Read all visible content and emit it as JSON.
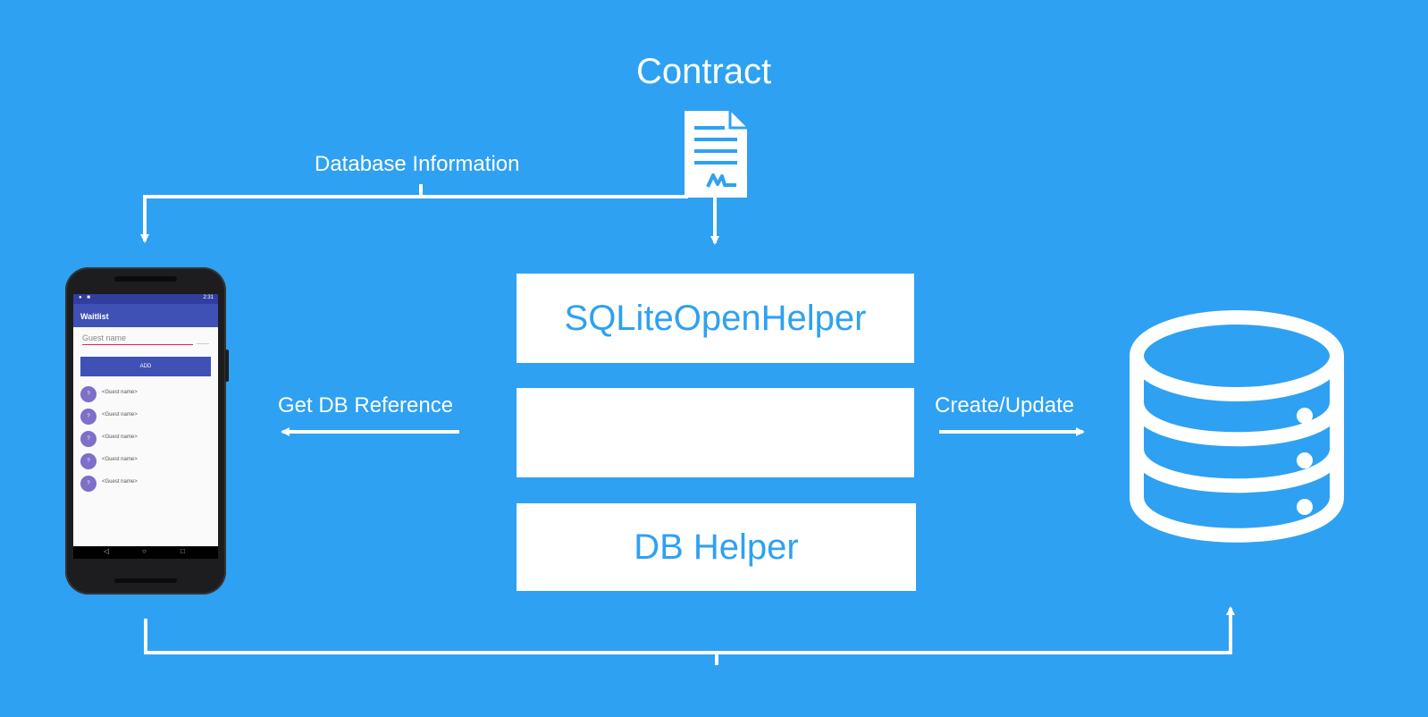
{
  "contract": {
    "title": "Contract",
    "icon": "contract-document-icon"
  },
  "edges": {
    "database_information": "Database Information",
    "get_db_reference": "Get DB Reference",
    "create_update": "Create/Update"
  },
  "helper_stack": {
    "sqlite": "SQLiteOpenHelper",
    "server_icon": "server-icon",
    "db_helper": "DB Helper"
  },
  "database": {
    "icon": "database-icon"
  },
  "phone": {
    "status_time": "2:31",
    "app_title": "Waitlist",
    "input_placeholder": "Guest name",
    "add_button": "ADD",
    "avatar_initial": "?",
    "guests": [
      "<Guest name>",
      "<Guest name>",
      "<Guest name>",
      "<Guest name>",
      "<Guest name>"
    ],
    "nav_keys": [
      "◁",
      "○",
      "□"
    ]
  },
  "colors": {
    "background": "#2ea1f2",
    "foreground": "#ffffff",
    "accent_primary": "#3f51b5",
    "accent_input": "#e91e63"
  }
}
